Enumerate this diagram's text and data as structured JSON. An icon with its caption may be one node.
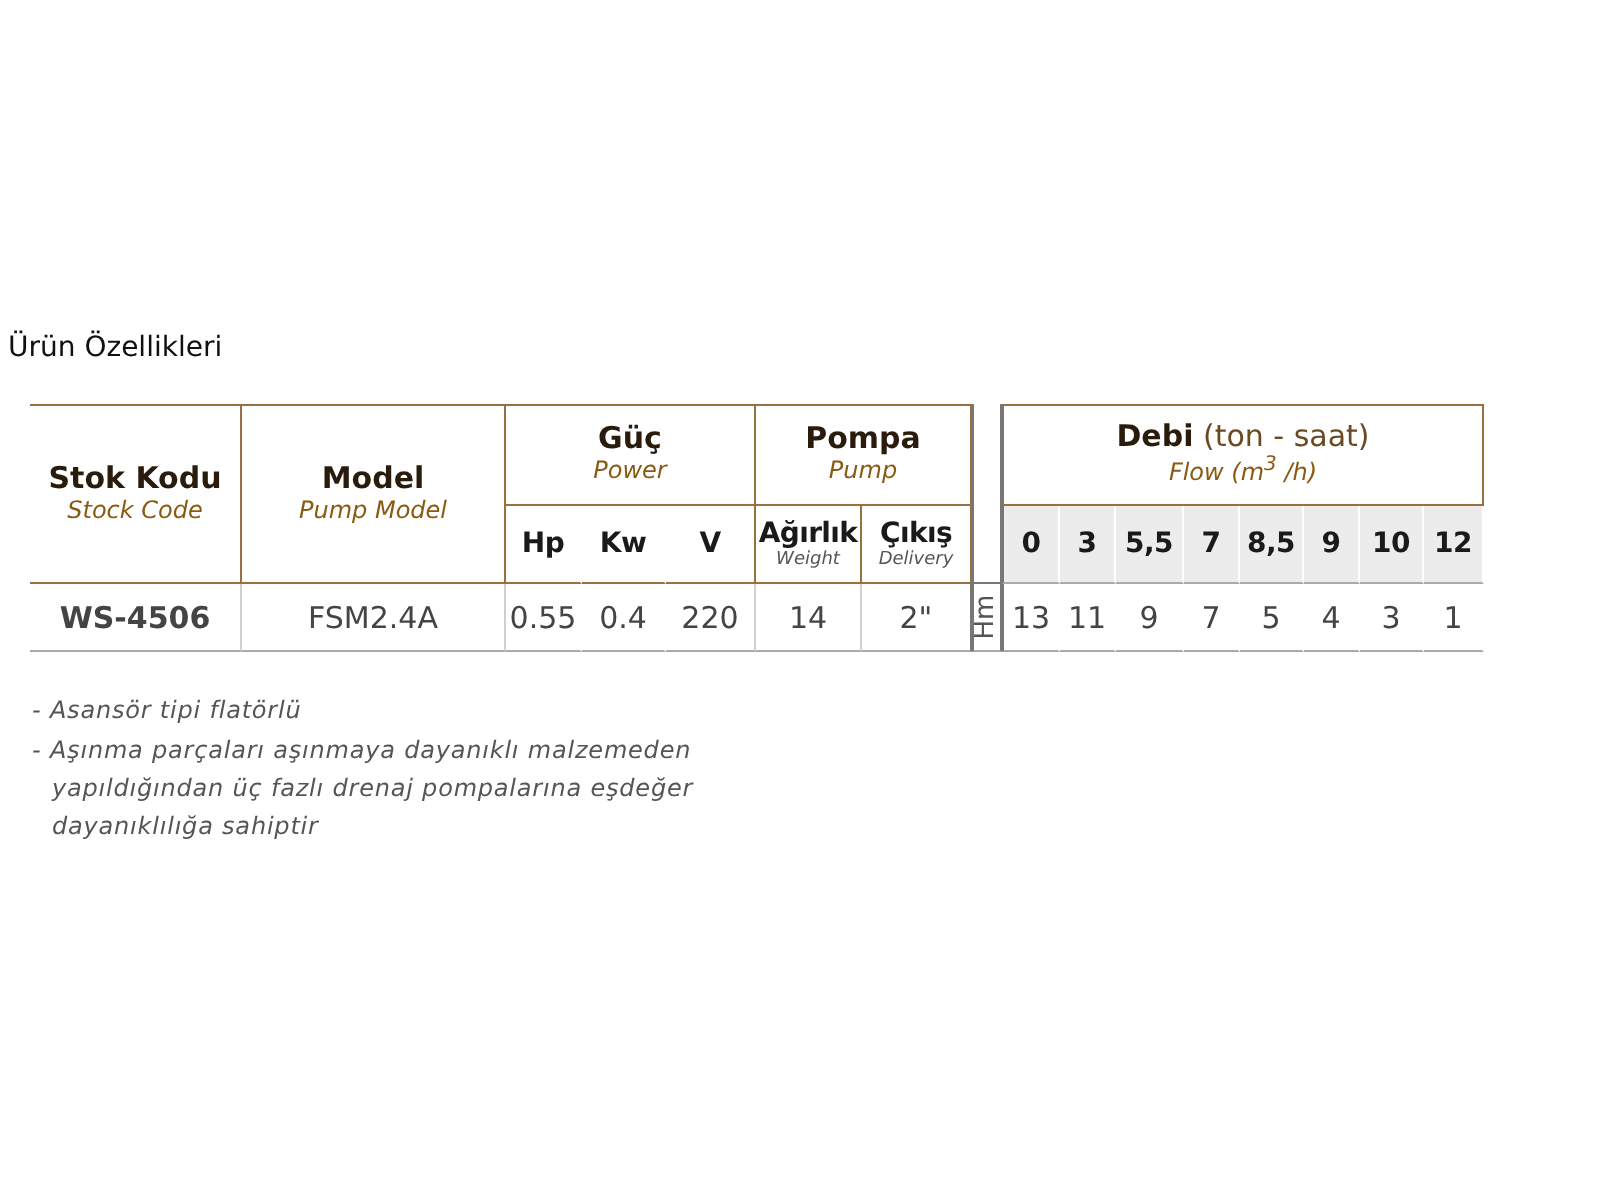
{
  "diagram": {
    "title": "Ürün Özellikleri",
    "labels": [
      "Stok Kodu",
      "Stock Code",
      "Model",
      "Pump Model",
      "Güç",
      "Power",
      "Pompa",
      "Pump",
      "**Debi** (ton - saat)",
      "Flow (m$^{3}$ /h)",
      "Hp",
      "Kw",
      "V",
      "Ağırlık",
      "Weight",
      "Çıkış",
      "Delivery",
      "0",
      "3",
      "5,5",
      "7",
      "8,5",
      "9",
      "10",
      "12",
      "WS-4506",
      "FSM2.4A",
      "0.55",
      "0.4",
      "220",
      "14",
      "2\"",
      "Hm",
      "13",
      "11",
      "9",
      "7",
      "5",
      "4",
      "3",
      "1",
      "- Asansör tipi flatörlü",
      "- Aşınma parçaları aşınmaya dayanıklı malzemeden yapıldığından üç fazlı drenaj pompalarına eşdeğer dayanıklılığa sahiptir"
    ]
  }
}
